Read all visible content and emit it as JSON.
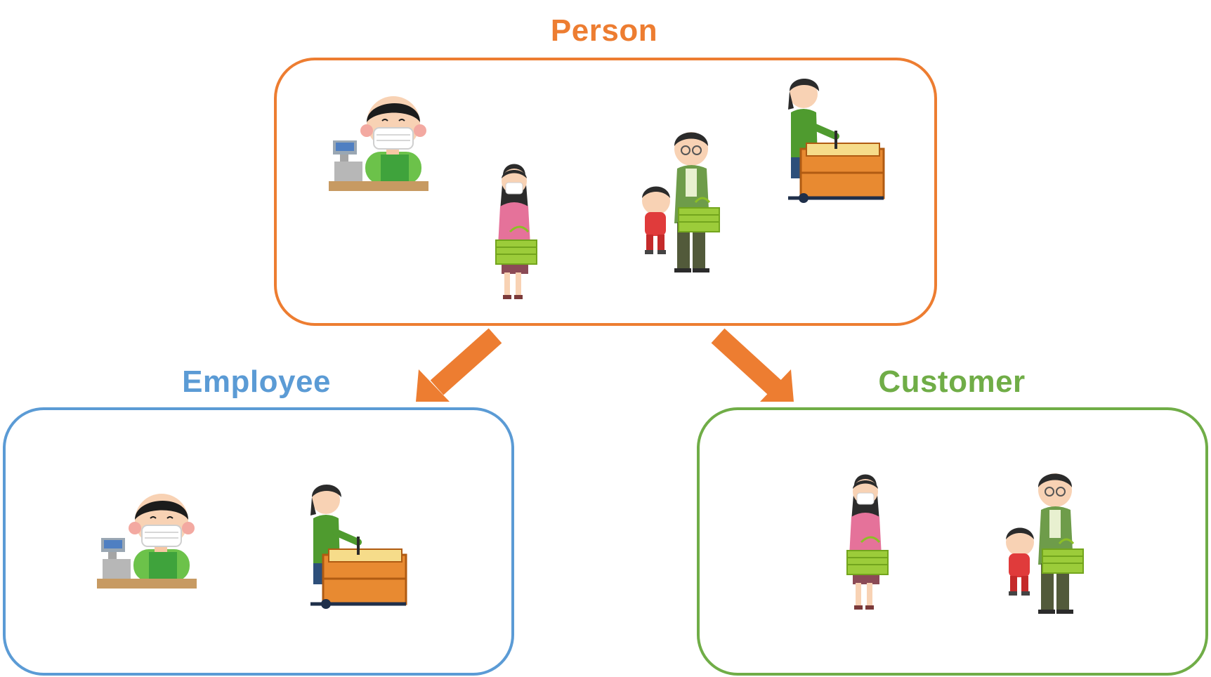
{
  "person": {
    "title": "Person",
    "color": "#ED7D31",
    "members": [
      "cashier-icon",
      "woman-shopper-icon",
      "father-child-shopper-icon",
      "stock-clerk-icon"
    ]
  },
  "employee": {
    "title": "Employee",
    "color": "#5B9BD5",
    "members": [
      "cashier-icon",
      "stock-clerk-icon"
    ]
  },
  "customer": {
    "title": "Customer",
    "color": "#70AD47",
    "members": [
      "woman-shopper-icon",
      "father-child-shopper-icon"
    ]
  },
  "arrows": [
    {
      "from": "Person",
      "to": "Employee",
      "color": "#ED7D31"
    },
    {
      "from": "Person",
      "to": "Customer",
      "color": "#ED7D31"
    }
  ]
}
